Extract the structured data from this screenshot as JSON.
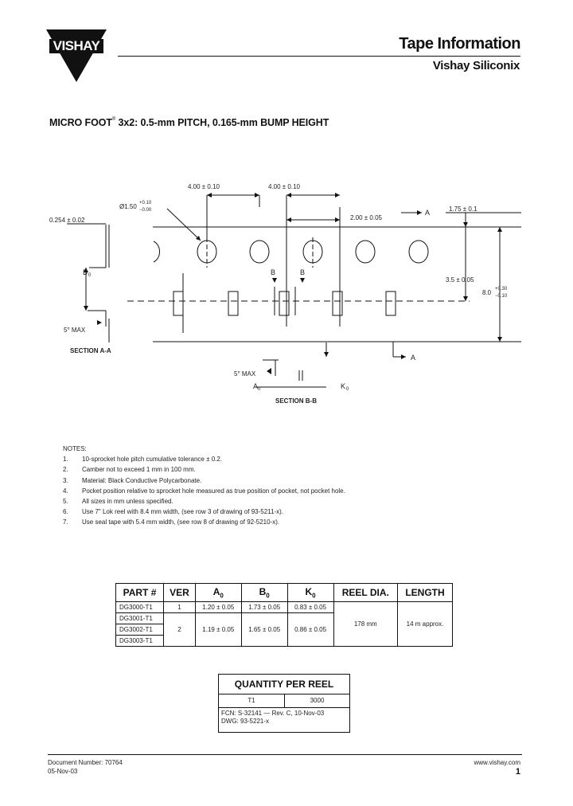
{
  "header": {
    "logo_text": "VISHAY",
    "title": "Tape Information",
    "subtitle": "Vishay Siliconix"
  },
  "section": {
    "title_prefix": "MICRO FOOT",
    "title_mark": "®",
    "title_rest": " 3x2:  0.5-mm PITCH, 0.165-mm BUMP HEIGHT"
  },
  "drawing": {
    "dim_pitch_left": "4.00 ± 0.10",
    "dim_pitch_right": "4.00 ± 0.10",
    "dim_hole_dia": "Ø1.50",
    "dim_hole_dia_tol_plus": "+0.10",
    "dim_hole_dia_tol_minus": "−0.00",
    "dim_thickness": "0.254 ± 0.02",
    "dim_half_pitch": "2.00 ± 0.05",
    "label_A_top": "A",
    "dim_edge": "1.75 ± 0.1",
    "dim_center": "3.5 ± 0.05",
    "dim_width": "8.0",
    "dim_width_tol_plus": "+0.30",
    "dim_width_tol_minus": "−0.10",
    "label_B0": "B",
    "sub_0": "0",
    "label_B_left": "B",
    "label_B_right": "B",
    "label_5max_aa": "5° MAX",
    "label_section_aa": "SECTION A-A",
    "label_A_bottom": "A",
    "label_5max_bb": "5° MAX",
    "label_A0": "A",
    "label_K0": "K",
    "label_section_bb": "SECTION B-B"
  },
  "notes": {
    "heading": "NOTES:",
    "items": [
      {
        "n": "1.",
        "text": "10-sprocket hole pitch cumulative tolerance ± 0.2."
      },
      {
        "n": "2.",
        "text": "Camber not to exceed 1 mm in 100 mm."
      },
      {
        "n": "3.",
        "text": "Material: Black Conductive Polycarbonate."
      },
      {
        "n": "4.",
        "text": "Pocket position relative to sprocket hole measured as true position of pocket, not pocket hole."
      },
      {
        "n": "5.",
        "text": "All sizes in mm unless specified."
      },
      {
        "n": "6.",
        "text": "Use 7\" Lok reel with 8.4 mm width, (see row 3 of drawing of 93-5211-x)."
      },
      {
        "n": "7.",
        "text": "Use seal tape with 5.4 mm width, (see row 8 of drawing of 92-5210-x)."
      }
    ]
  },
  "parts_table": {
    "headers": {
      "part": "PART #",
      "ver": "VER",
      "a0": "A",
      "b0": "B",
      "k0": "K",
      "sub": "0",
      "reel": "REEL DIA.",
      "length": "LENGTH"
    },
    "rows": [
      {
        "part": "DG3000-T1",
        "ver": "1",
        "a0": "1.20 ± 0.05",
        "b0": "1.73 ± 0.05",
        "k0": "0.83 ± 0.05"
      },
      {
        "part": "DG3001-T1"
      },
      {
        "part": "DG3002-T1",
        "ver": "2",
        "a0": "1.19 ± 0.05",
        "b0": "1.65 ± 0.05",
        "k0": "0.86 ± 0.05"
      },
      {
        "part": "DG3003-T1"
      }
    ],
    "reel_dia": "178 mm",
    "length": "14 m approx."
  },
  "quantity": {
    "title": "QUANTITY PER REEL",
    "label": "T1",
    "value": "3000",
    "fcn": "FCN:  S-32141 — Rev. C, 10-Nov-03",
    "dwg": "DWG:  93-5221-x"
  },
  "footer": {
    "doc_number": "Document Number:  70764",
    "date": "05-Nov-03",
    "url": "www.vishay.com",
    "page": "1"
  }
}
